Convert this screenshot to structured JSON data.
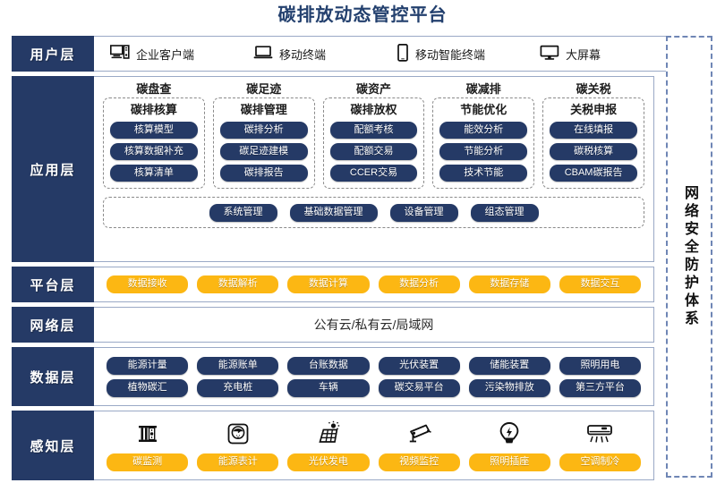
{
  "title": "碳排放动态管控平台",
  "security_band": {
    "label": "网络安全防护体系"
  },
  "layers": {
    "user": {
      "label": "用户层",
      "items": [
        {
          "icon": "desktop-tower-icon",
          "label": "企业客户端"
        },
        {
          "icon": "laptop-icon",
          "label": "移动终端"
        },
        {
          "icon": "smartphone-icon",
          "label": "移动智能终端"
        },
        {
          "icon": "monitor-icon",
          "label": "大屏幕"
        }
      ]
    },
    "application": {
      "label": "应用层",
      "groups": [
        {
          "title": "碳盘查",
          "subtitle": "碳排核算",
          "items": [
            "核算模型",
            "核算数据补充",
            "核算清单"
          ]
        },
        {
          "title": "碳足迹",
          "subtitle": "碳排管理",
          "items": [
            "碳排分析",
            "碳足迹建模",
            "碳排报告"
          ]
        },
        {
          "title": "碳资产",
          "subtitle": "碳排放权",
          "items": [
            "配额考核",
            "配额交易",
            "CCER交易"
          ]
        },
        {
          "title": "碳减排",
          "subtitle": "节能优化",
          "items": [
            "能效分析",
            "节能分析",
            "技术节能"
          ]
        },
        {
          "title": "碳关税",
          "subtitle": "关税申报",
          "items": [
            "在线填报",
            "碳税核算",
            "CBAM碳报告"
          ]
        }
      ],
      "management": [
        "系统管理",
        "基础数据管理",
        "设备管理",
        "组态管理"
      ]
    },
    "platform": {
      "label": "平台层",
      "items": [
        "数据接收",
        "数据解析",
        "数据计算",
        "数据分析",
        "数据存储",
        "数据交互"
      ]
    },
    "network": {
      "label": "网络层",
      "text": "公有云/私有云/局域网"
    },
    "data": {
      "label": "数据层",
      "rows": [
        [
          "能源计量",
          "能源账单",
          "台账数据",
          "光伏装置",
          "储能装置",
          "照明用电"
        ],
        [
          "植物碳汇",
          "充电桩",
          "车辆",
          "碳交易平台",
          "污染物排放",
          "第三方平台"
        ]
      ]
    },
    "sense": {
      "label": "感知层",
      "items": [
        {
          "icon": "carbon-sensor-icon",
          "label": "碳监测"
        },
        {
          "icon": "energy-meter-icon",
          "label": "能源表计"
        },
        {
          "icon": "solar-panel-icon",
          "label": "光伏发电"
        },
        {
          "icon": "cctv-camera-icon",
          "label": "视频监控"
        },
        {
          "icon": "lightbulb-icon",
          "label": "照明插座"
        },
        {
          "icon": "air-conditioner-icon",
          "label": "空调制冷"
        }
      ]
    }
  },
  "colors": {
    "dark_blue": "#253a66",
    "gold": "#fcb713",
    "title_blue": "#23406e",
    "border_blue": "#9aa9c6",
    "dash_gray": "#8a8a8a"
  }
}
